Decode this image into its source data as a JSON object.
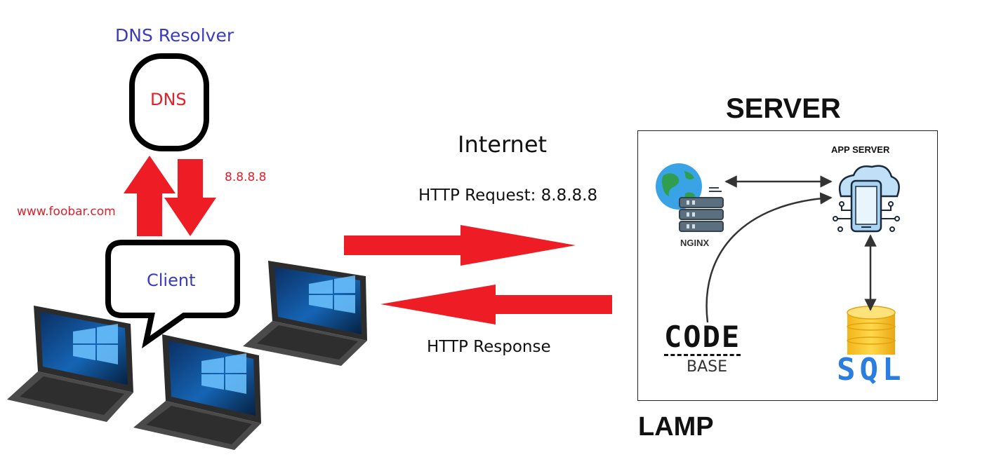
{
  "dns": {
    "resolver_label": "DNS Resolver",
    "db_label": "DNS",
    "query_label": "www.foobar.com",
    "answer_label": "8.8.8.8"
  },
  "client": {
    "label": "Client"
  },
  "internet": {
    "title": "Internet",
    "request_label": "HTTP Request: 8.8.8.8",
    "response_label": "HTTP Response"
  },
  "server": {
    "title": "SERVER",
    "app_server_label": "APP SERVER",
    "nginx_label": "NGINX",
    "code_label": "CODE",
    "base_label": "BASE",
    "sql_label": "SQL"
  },
  "stack": {
    "label": "LAMP"
  },
  "colors": {
    "arrow_red": "#ee1c24",
    "label_blue": "#3b3bc0",
    "label_red": "#e0202a"
  }
}
